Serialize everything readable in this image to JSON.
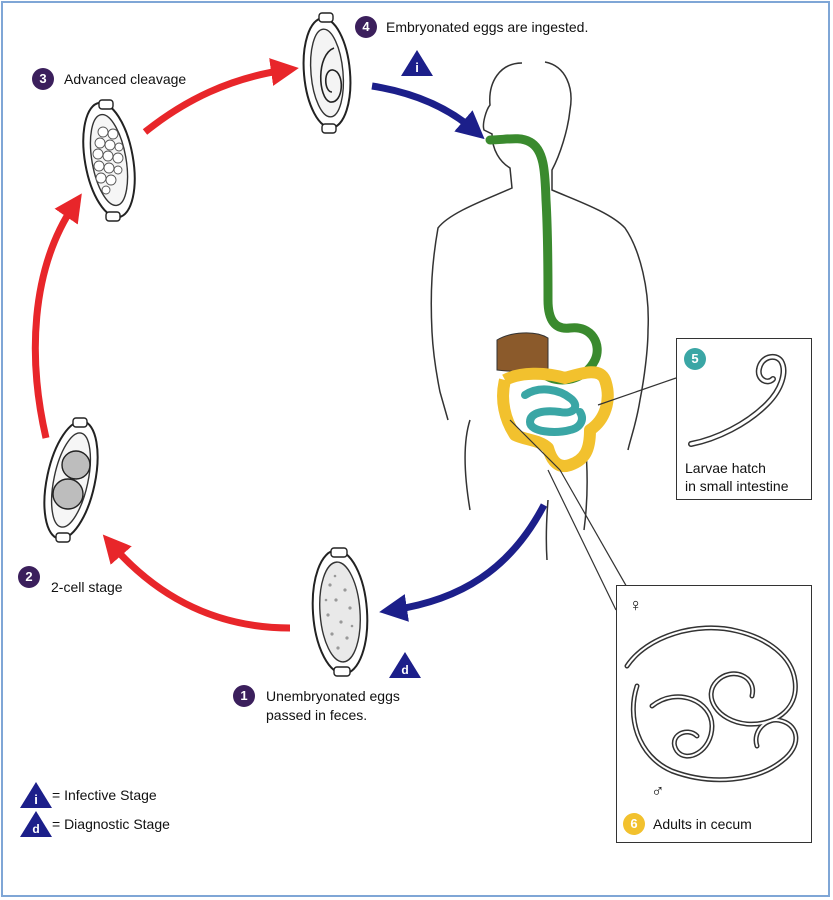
{
  "stages": {
    "s1": {
      "number": "1",
      "label_line1": "Unembryonated eggs",
      "label_line2": "passed in feces."
    },
    "s2": {
      "number": "2",
      "label": "2-cell stage"
    },
    "s3": {
      "number": "3",
      "label": "Advanced cleavage"
    },
    "s4": {
      "number": "4",
      "label": "Embryonated eggs are ingested."
    },
    "s5": {
      "number": "5",
      "label_line1": "Larvae hatch",
      "label_line2": "in small intestine"
    },
    "s6": {
      "number": "6",
      "label": "Adults in cecum"
    }
  },
  "markers": {
    "infective": "i",
    "diagnostic": "d"
  },
  "legend": {
    "infective_symbol": "i",
    "infective_text": "= Infective Stage",
    "diagnostic_symbol": "d",
    "diagnostic_text": "= Diagnostic Stage"
  },
  "sex_symbols": {
    "female": "♀",
    "male": "♂"
  },
  "colors": {
    "arrow_red": "#e8262a",
    "arrow_blue": "#1c1f8a",
    "stage_circle": "#3b1f5c",
    "larva_circle": "#3aa6a5",
    "adult_circle": "#f2c12e",
    "esophagus_stomach": "#3a8a2e",
    "liver": "#8b5a2b",
    "small_intestine": "#3aa6a5",
    "large_intestine": "#f2c12e",
    "frame_border": "#7fa6d6"
  }
}
